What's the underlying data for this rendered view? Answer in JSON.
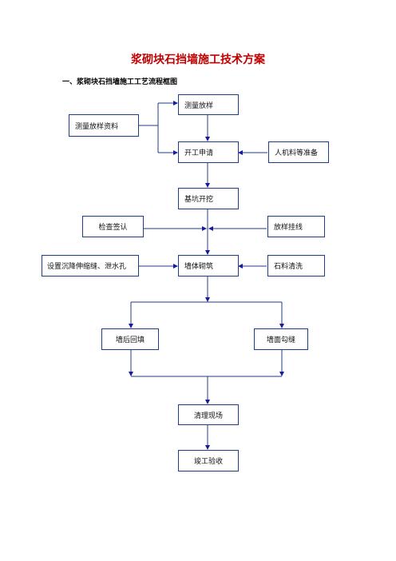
{
  "document": {
    "title": "浆砌块石挡墙施工技术方案",
    "section_heading": "一、浆砌块石挡墙施工工艺流程框图"
  },
  "flowchart": {
    "nodes": {
      "survey_layout": "测量放样",
      "survey_data": "测量放样资料",
      "start_application": "开工申请",
      "resources_prep": "人机料等准备",
      "foundation_excavation": "基坑开挖",
      "inspection_signoff": "检查签认",
      "layout_line": "放样挂线",
      "joints_weepholes": "设置沉降伸缩缝、泄水孔",
      "wall_masonry": "墙体砌筑",
      "stone_cleaning": "石料清洗",
      "backfill": "墙后回填",
      "surface_pointing": "墙面勾缝",
      "site_cleanup": "清理现场",
      "completion_acceptance": "竣工验收"
    },
    "colors": {
      "line": "#1f3a8a",
      "arrow": "#1a1aa0",
      "title": "#c00000"
    }
  }
}
